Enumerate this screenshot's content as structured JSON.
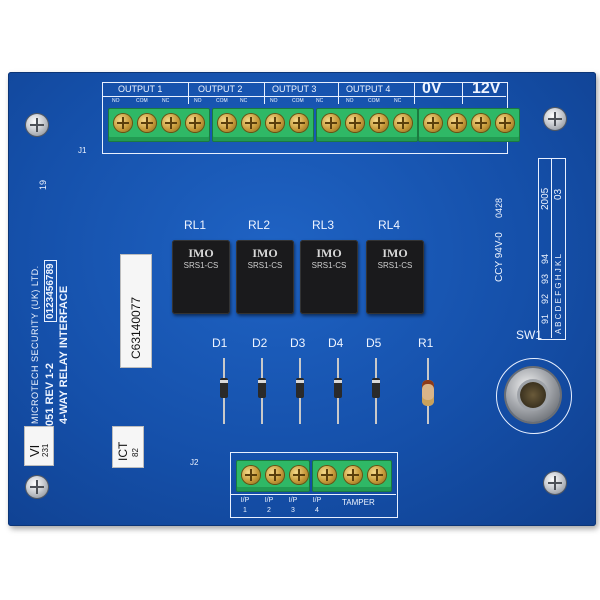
{
  "board": {
    "connectors": {
      "top_label": "J1",
      "bottom_label": "J2",
      "outputs": [
        {
          "label": "OUTPUT 1",
          "pins": [
            "NO",
            "COM",
            "NC"
          ]
        },
        {
          "label": "OUTPUT 2",
          "pins": [
            "NO",
            "COM",
            "NC"
          ]
        },
        {
          "label": "OUTPUT 3",
          "pins": [
            "NO",
            "COM",
            "NC"
          ]
        },
        {
          "label": "OUTPUT 4",
          "pins": [
            "NO",
            "COM",
            "NC"
          ]
        }
      ],
      "power": [
        "0V",
        "12V"
      ],
      "inputs": [
        "I/P 1",
        "I/P 2",
        "I/P 3",
        "I/P 4"
      ],
      "tamper": "TAMPER"
    },
    "relays": [
      "RL1",
      "RL2",
      "RL3",
      "RL4"
    ],
    "relay_marking": {
      "brand": "IMO",
      "model": "SRS1-CS"
    },
    "diodes": [
      "D1",
      "D2",
      "D3",
      "D4",
      "D5"
    ],
    "resistor": "R1",
    "switch": "SW1",
    "left_text": {
      "line1": "MICROTECH SECURITY (UK) LTD.",
      "line2": "B0051 REV 1-2",
      "line2_digits": "0123456789",
      "line3": "4-WAY RELAY INTERFACE",
      "number": "19"
    },
    "sticker": "C63140077",
    "vi_label": {
      "big": "VI",
      "small": "231"
    },
    "ict_label": {
      "big": "ICT",
      "small": "82"
    },
    "right_text": {
      "ccy": "CCY 94V-0",
      "ccy_code": "0428",
      "date_top": "2005",
      "date_bottom": "03",
      "grid_numbers": [
        "91",
        "92",
        "93",
        "94"
      ],
      "grid_letters": "A B C D E F G H J K L"
    }
  }
}
